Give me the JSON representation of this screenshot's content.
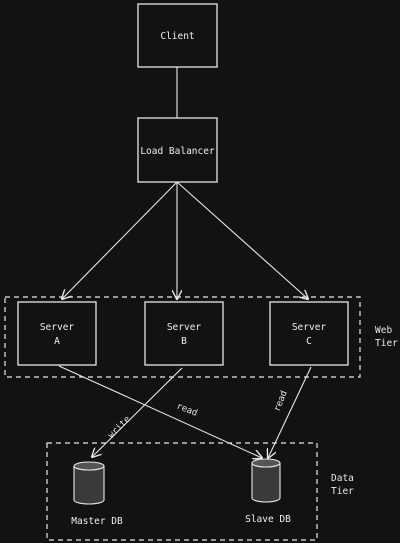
{
  "nodes": {
    "client": {
      "label": "Client"
    },
    "load_balancer": {
      "label": "Load Balancer"
    },
    "server_a": {
      "line1": "Server",
      "line2": "A"
    },
    "server_b": {
      "line1": "Server",
      "line2": "B"
    },
    "server_c": {
      "line1": "Server",
      "line2": "C"
    },
    "master_db": {
      "label": "Master DB"
    },
    "slave_db": {
      "label": "Slave DB"
    }
  },
  "tiers": {
    "web": {
      "line1": "Web",
      "line2": "Tier"
    },
    "data": {
      "line1": "Data",
      "line2": "Tier"
    }
  },
  "edges": {
    "write": "write",
    "read_a": "read",
    "read_c": "read"
  },
  "colors": {
    "background": "#121212",
    "stroke": "#e8e8e8",
    "db_fill": "#3a3a3a"
  }
}
